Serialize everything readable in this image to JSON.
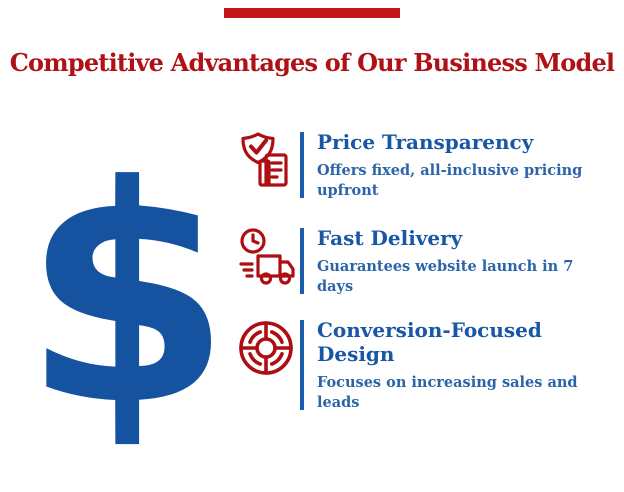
{
  "page": {
    "background_color": "#ffffff",
    "accent_bar_color": "#c3161c"
  },
  "header": {
    "title": "Competitive Advantages of Our Business Model",
    "title_color": "#ae1116"
  },
  "dollar": {
    "symbol": "$",
    "color": "#1553a1"
  },
  "items": [
    {
      "icon": "shield-check-receipt-icon",
      "title": "Price Transparency",
      "description": "Offers fixed, all-inclusive pricing\nupfront"
    },
    {
      "icon": "clock-truck-icon",
      "title": "Fast Delivery",
      "description": "Guarantees website launch in 7\ndays"
    },
    {
      "icon": "target-icon",
      "title": "Conversion-Focused\nDesign",
      "description": "Focuses on increasing sales and\nleads"
    }
  ],
  "colors": {
    "icon_red": "#ad0e12",
    "heading_blue": "#1857a5",
    "body_blue": "#2b64a9",
    "divider_blue": "#1b5cad"
  }
}
